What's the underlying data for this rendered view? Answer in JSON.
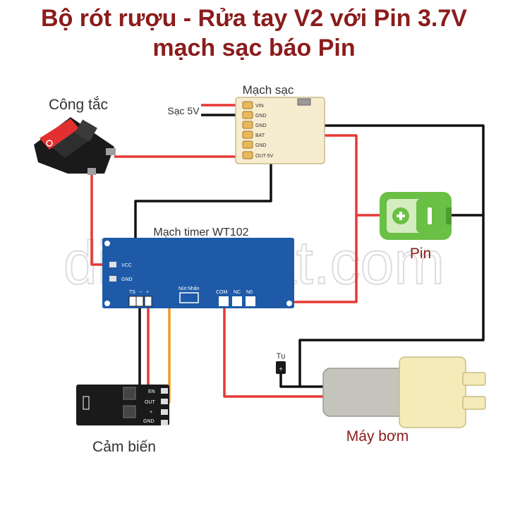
{
  "title": {
    "line1": "Bộ rót rượu - Rửa tay V2 với Pin 3.7V",
    "line2": "mạch sạc báo Pin"
  },
  "watermark": "dientudat.com",
  "labels": {
    "switch": "Công tắc",
    "charger": "Mạch sạc",
    "charge_input": "Sạc 5V",
    "timer": "Mạch timer WT102",
    "battery": "Pin",
    "capacitor": "Tụ",
    "pump": "Máy bơm",
    "sensor": "Cảm biến"
  },
  "charger_pins": [
    "VIN",
    "GND",
    "GND",
    "BAT",
    "GND",
    "OUT-5V"
  ],
  "timer_pins": {
    "vcc": "VCC",
    "gnd": "GND",
    "ts": "TS",
    "minus": "−",
    "plus": "+",
    "button": "Nút Nhấn",
    "com": "COM",
    "nc": "NC",
    "no": "N0"
  },
  "sensor_pins": [
    "EN",
    "OUT",
    "+",
    "GND"
  ],
  "capacitor_mark": "+",
  "colors": {
    "title": "#8b1c1c",
    "wire_red": "#e53935",
    "wire_black": "#111111",
    "wire_orange": "#f29a1f",
    "timer_board": "#1e5aa8",
    "battery": "#6abf45",
    "charger_board": "#f6ecd0",
    "pump_body": "#c4c4bd",
    "pump_head": "#f4ebb8"
  }
}
